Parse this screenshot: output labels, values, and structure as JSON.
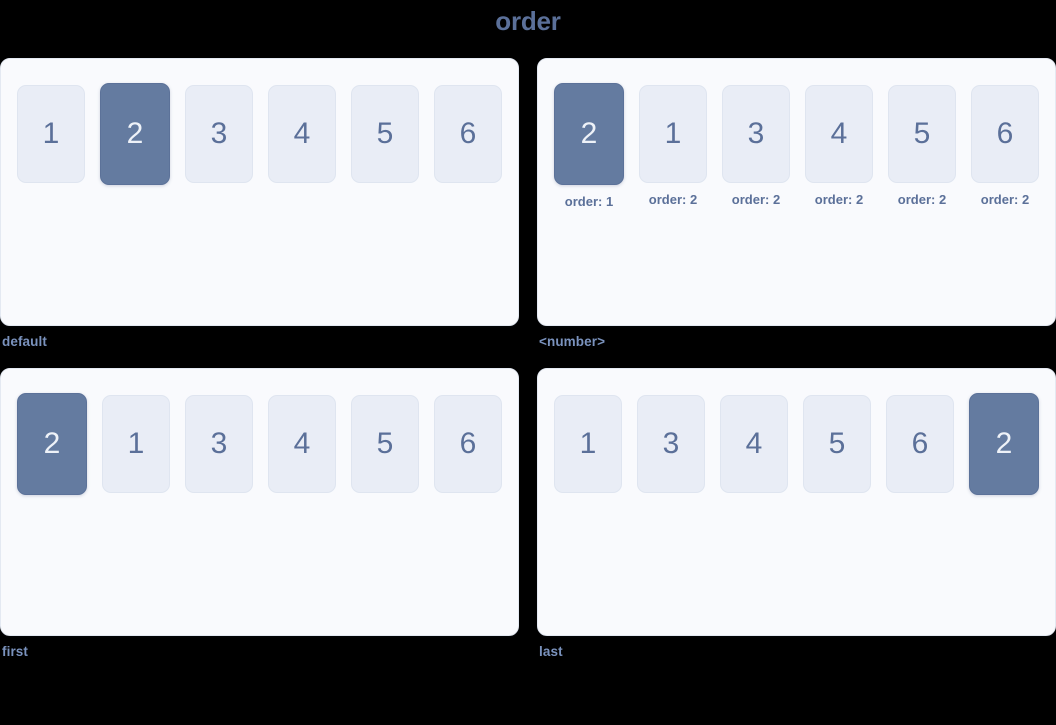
{
  "title": "order",
  "colors": {
    "background": "#000000",
    "panel_bg": "#f9fafd",
    "panel_border": "#e4e9f2",
    "item_bg": "#e9edf6",
    "item_text": "#5b7099",
    "item_active_bg": "#647ba0",
    "item_active_text": "#eef2f8",
    "title_text": "#5b7099",
    "caption_text": "#7a92bd"
  },
  "panels": [
    {
      "caption": "default",
      "items": [
        {
          "label": "1",
          "active": false,
          "note": null
        },
        {
          "label": "2",
          "active": true,
          "note": null
        },
        {
          "label": "3",
          "active": false,
          "note": null
        },
        {
          "label": "4",
          "active": false,
          "note": null
        },
        {
          "label": "5",
          "active": false,
          "note": null
        },
        {
          "label": "6",
          "active": false,
          "note": null
        }
      ]
    },
    {
      "caption": "<number>",
      "items": [
        {
          "label": "2",
          "active": true,
          "note": "order: 1"
        },
        {
          "label": "1",
          "active": false,
          "note": "order: 2"
        },
        {
          "label": "3",
          "active": false,
          "note": "order: 2"
        },
        {
          "label": "4",
          "active": false,
          "note": "order: 2"
        },
        {
          "label": "5",
          "active": false,
          "note": "order: 2"
        },
        {
          "label": "6",
          "active": false,
          "note": "order: 2"
        }
      ]
    },
    {
      "caption": "first",
      "items": [
        {
          "label": "2",
          "active": true,
          "note": null
        },
        {
          "label": "1",
          "active": false,
          "note": null
        },
        {
          "label": "3",
          "active": false,
          "note": null
        },
        {
          "label": "4",
          "active": false,
          "note": null
        },
        {
          "label": "5",
          "active": false,
          "note": null
        },
        {
          "label": "6",
          "active": false,
          "note": null
        }
      ]
    },
    {
      "caption": "last",
      "items": [
        {
          "label": "1",
          "active": false,
          "note": null
        },
        {
          "label": "3",
          "active": false,
          "note": null
        },
        {
          "label": "4",
          "active": false,
          "note": null
        },
        {
          "label": "5",
          "active": false,
          "note": null
        },
        {
          "label": "6",
          "active": false,
          "note": null
        },
        {
          "label": "2",
          "active": true,
          "note": null
        }
      ]
    }
  ]
}
